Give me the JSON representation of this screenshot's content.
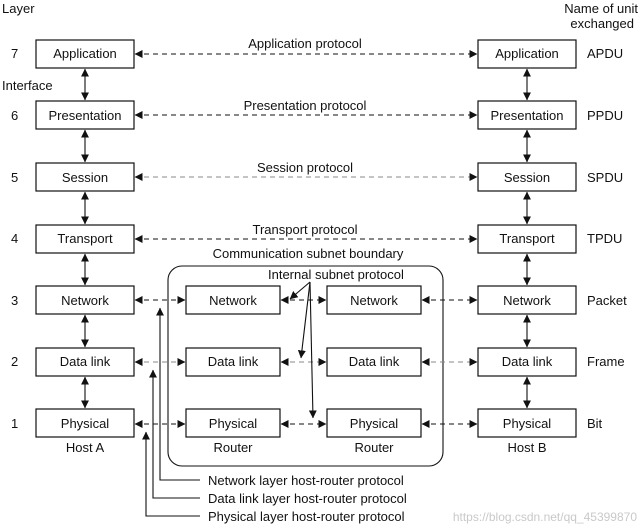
{
  "header": {
    "layer_label": "Layer",
    "unit_label_line1": "Name of unit",
    "unit_label_line2": "exchanged",
    "interface_label": "Interface"
  },
  "layers": [
    {
      "number": "7",
      "name": "Application",
      "protocol": "Application protocol",
      "unit": "APDU"
    },
    {
      "number": "6",
      "name": "Presentation",
      "protocol": "Presentation protocol",
      "unit": "PPDU"
    },
    {
      "number": "5",
      "name": "Session",
      "protocol": "Session protocol",
      "unit": "SPDU"
    },
    {
      "number": "4",
      "name": "Transport",
      "protocol": "Transport protocol",
      "unit": "TPDU"
    },
    {
      "number": "3",
      "name": "Network",
      "unit": "Packet"
    },
    {
      "number": "2",
      "name": "Data link",
      "unit": "Frame"
    },
    {
      "number": "1",
      "name": "Physical",
      "unit": "Bit"
    }
  ],
  "subnet": {
    "boundary_label": "Communication subnet boundary",
    "internal_protocol_label": "Internal subnet protocol",
    "router_label": "Router"
  },
  "hosts": {
    "host_a": "Host A",
    "host_b": "Host B"
  },
  "host_router_protocols": [
    "Network layer host-router protocol",
    "Data link layer host-router protocol",
    "Physical layer host-router protocol"
  ],
  "watermark": "https://blog.csdn.net/qq_45399870"
}
